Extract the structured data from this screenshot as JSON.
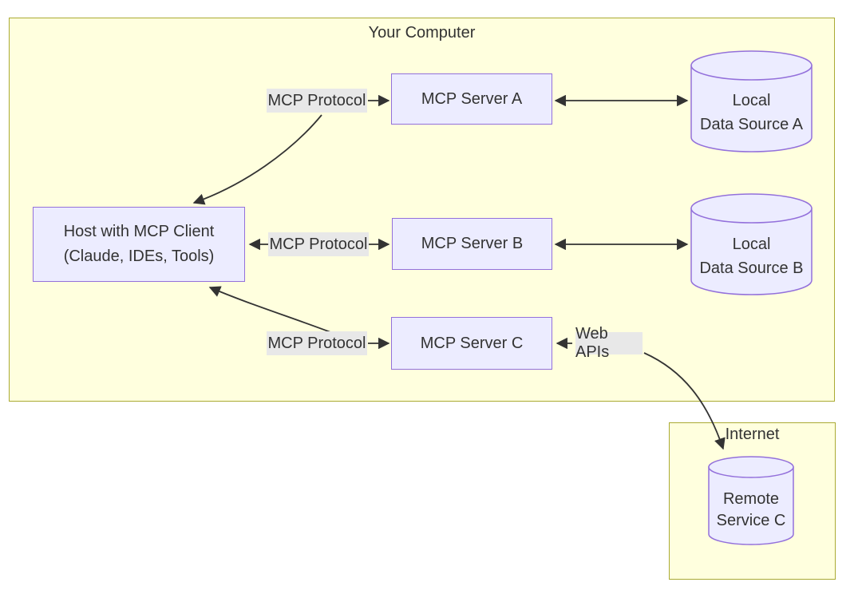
{
  "colors": {
    "node_fill": "#ECECFF",
    "node_border": "#9370DB",
    "container_fill": "#FFFFDE",
    "container_border": "#AAAA33",
    "edge_label_bg": "#E8E8E8",
    "text": "#333333",
    "arrow": "#333333",
    "canvas_bg": "#FFFFFF"
  },
  "containers": {
    "your_computer": {
      "label": "Your Computer"
    },
    "internet": {
      "label": "Internet"
    }
  },
  "nodes": {
    "host": {
      "line1": "Host with MCP Client",
      "line2": "(Claude, IDEs, Tools)"
    },
    "server_a": {
      "label": "MCP Server A"
    },
    "server_b": {
      "label": "MCP Server B"
    },
    "server_c": {
      "label": "MCP Server C"
    },
    "data_a": {
      "line1": "Local",
      "line2": "Data Source A"
    },
    "data_b": {
      "line1": "Local",
      "line2": "Data Source B"
    },
    "remote_c": {
      "line1": "Remote",
      "line2": "Service C"
    }
  },
  "edge_labels": {
    "mcp_a": "MCP Protocol",
    "mcp_b": "MCP Protocol",
    "mcp_c": "MCP Protocol",
    "web_apis": "Web APIs"
  }
}
